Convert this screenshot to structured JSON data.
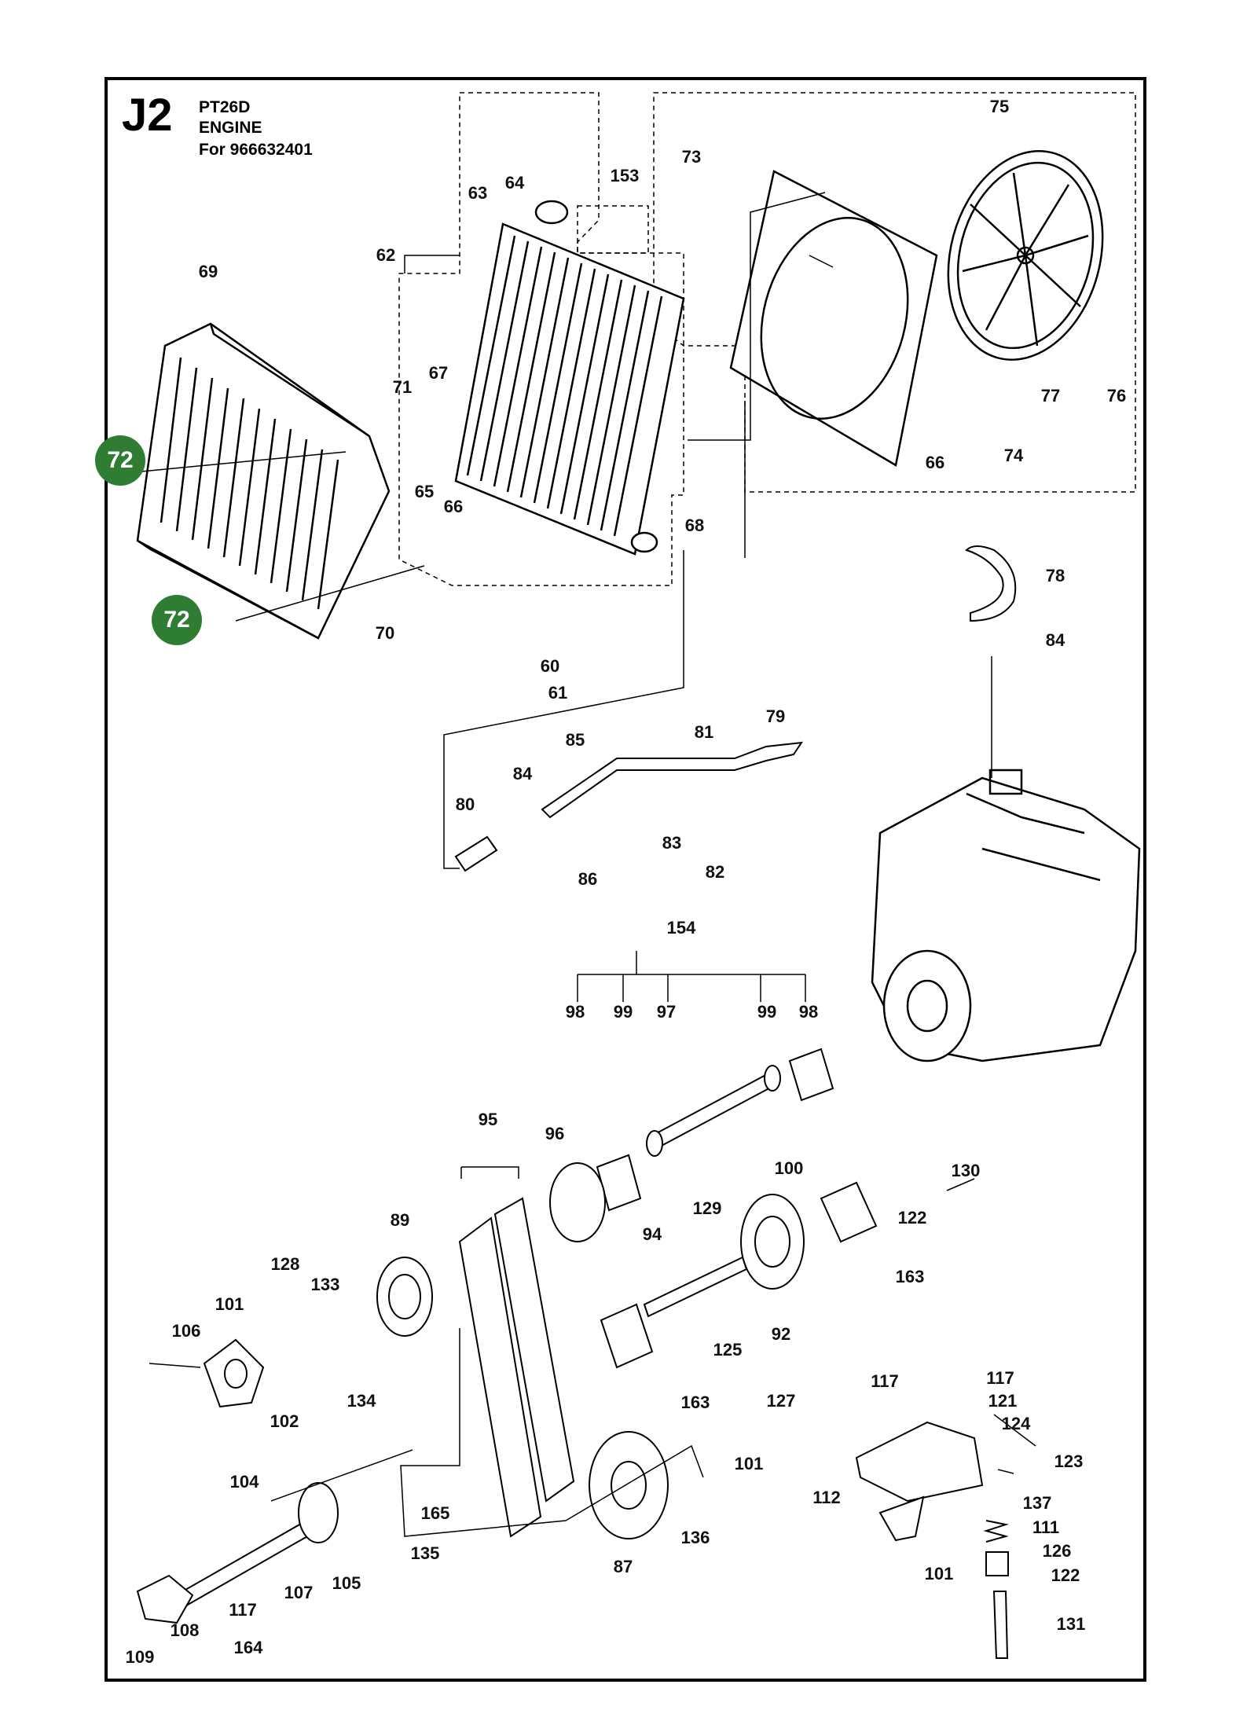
{
  "header": {
    "section_code": "J2",
    "model": "PT26D",
    "group": "ENGINE",
    "applies_to": "For 966632401"
  },
  "colors": {
    "highlight": "#2e7d32",
    "line": "#000000",
    "frame": "#000000"
  },
  "highlighted_part": "72",
  "callouts": [
    "75",
    "73",
    "64",
    "153",
    "63",
    "62",
    "69",
    "71",
    "67",
    "77",
    "76",
    "66",
    "74",
    "72",
    "65",
    "66",
    "68",
    "78",
    "72",
    "70",
    "84",
    "60",
    "61",
    "79",
    "85",
    "81",
    "84",
    "80",
    "83",
    "86",
    "82",
    "154",
    "98",
    "99",
    "97",
    "99",
    "98",
    "95",
    "96",
    "100",
    "130",
    "129",
    "89",
    "94",
    "122",
    "128",
    "163",
    "133",
    "101",
    "106",
    "125",
    "92",
    "134",
    "102",
    "163",
    "117",
    "117",
    "127",
    "121",
    "124",
    "104",
    "101",
    "123",
    "112",
    "137",
    "165",
    "136",
    "111",
    "135",
    "126",
    "105",
    "87",
    "101",
    "122",
    "107",
    "117",
    "108",
    "164",
    "131",
    "109"
  ]
}
